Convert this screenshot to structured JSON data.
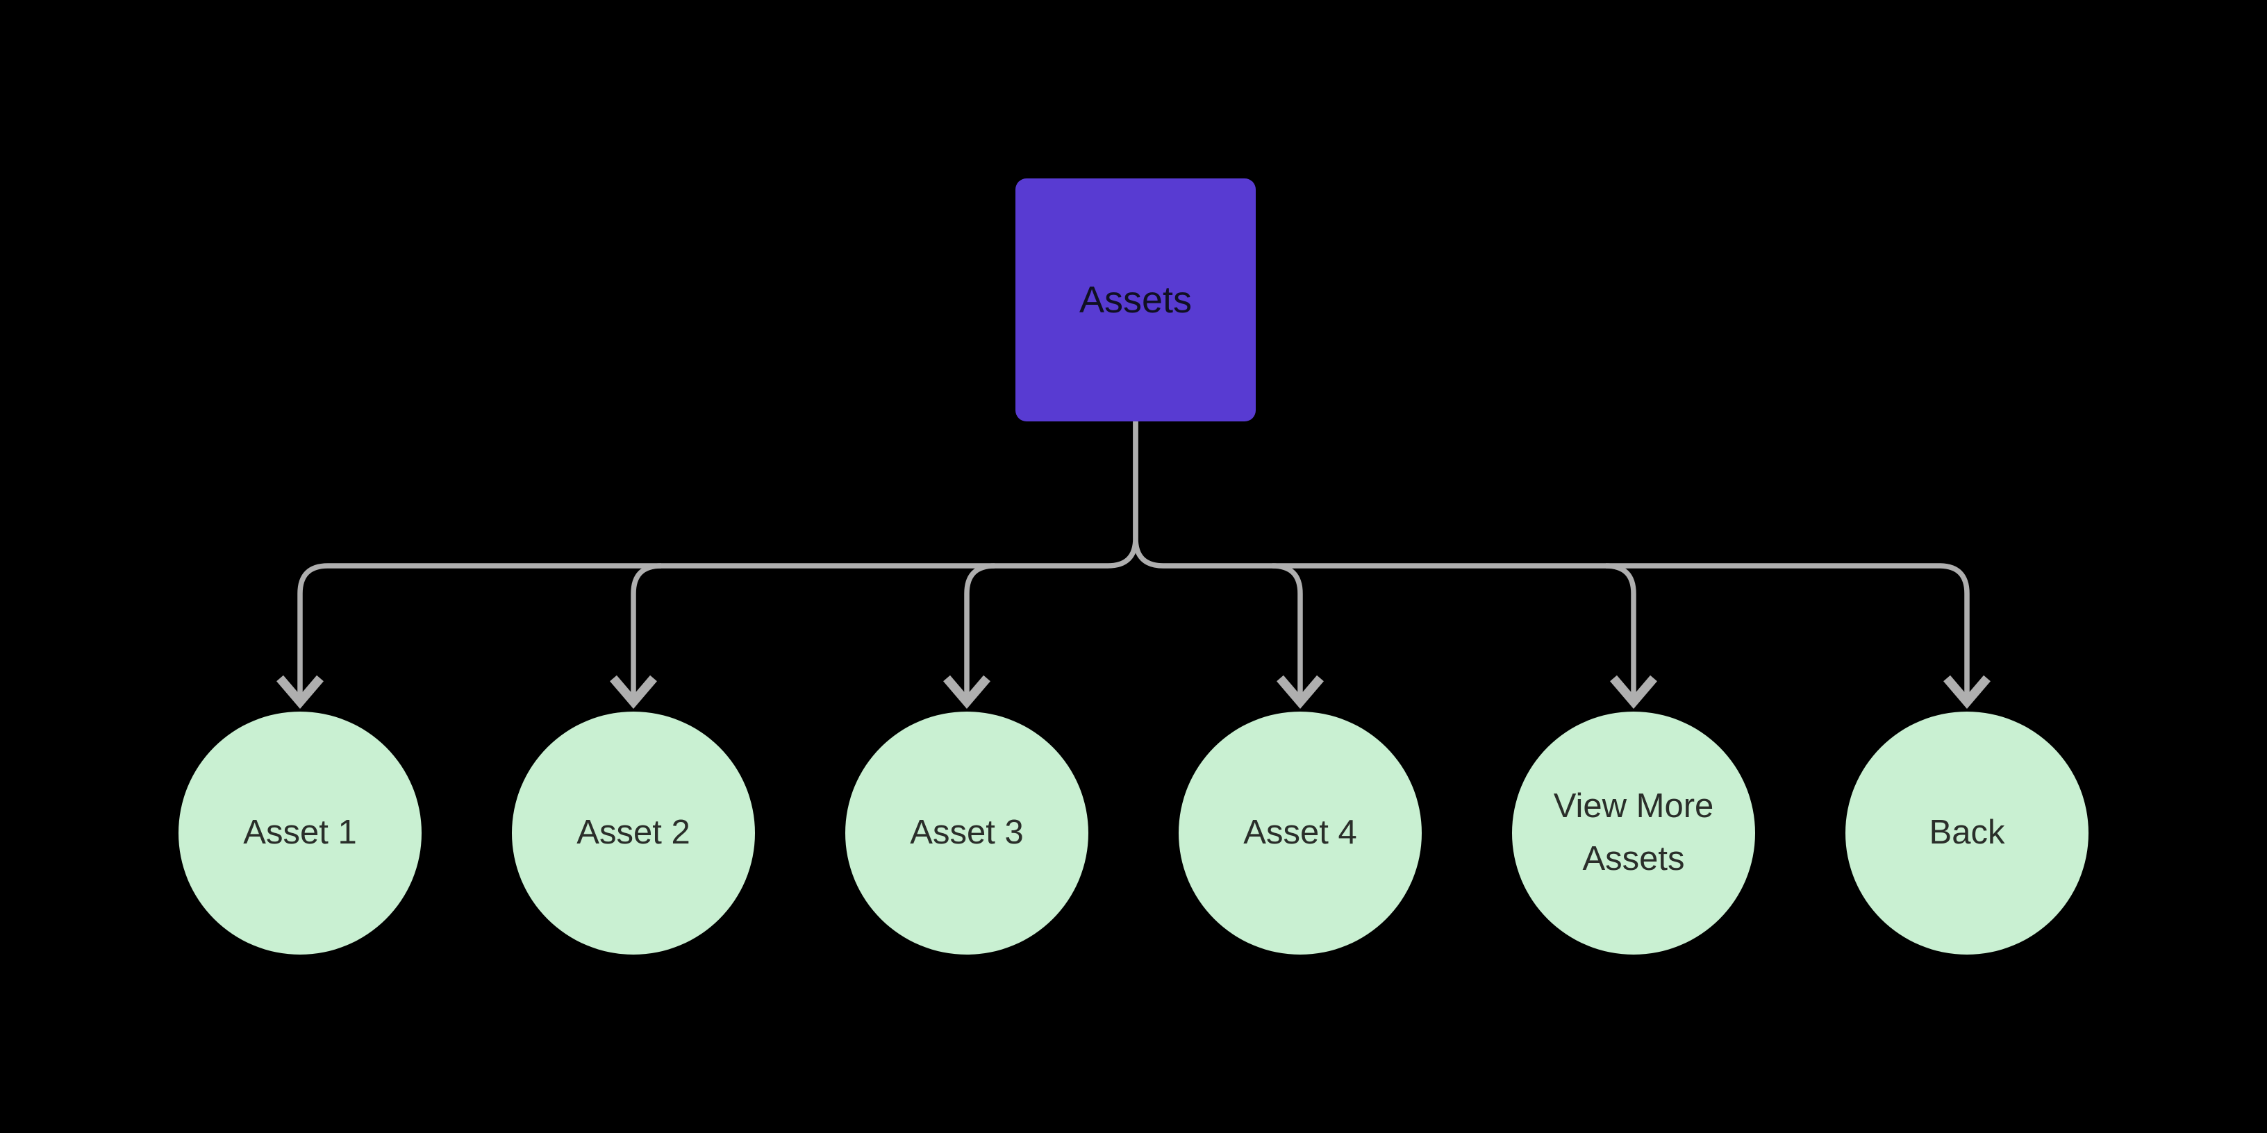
{
  "diagram": {
    "root": {
      "label": "Assets"
    },
    "children": [
      {
        "label": "Asset 1"
      },
      {
        "label": "Asset 2"
      },
      {
        "label": "Asset 3"
      },
      {
        "label": "Asset 4"
      },
      {
        "label": "View More Assets"
      },
      {
        "label": "Back"
      }
    ],
    "colors": {
      "root_fill": "#583BD2",
      "root_text": "#101022",
      "child_fill": "#C9F0D2",
      "child_text": "#2A2E2A",
      "connector": "#AFAFAF"
    }
  }
}
